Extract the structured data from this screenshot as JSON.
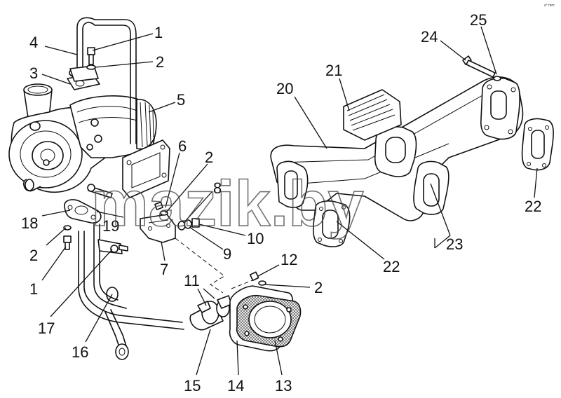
{
  "watermark": "mazik.by",
  "corner_mark": "a° mm",
  "callouts": {
    "c1a": "1",
    "c2a": "2",
    "c4": "4",
    "c3": "3",
    "c5": "5",
    "c6": "6",
    "c2b": "2",
    "c8": "8",
    "c18": "18",
    "c19": "19",
    "c2c": "2",
    "c1b": "1",
    "c10": "10",
    "c9": "9",
    "c7": "7",
    "c17": "17",
    "c16": "16",
    "c11": "11",
    "c12": "12",
    "c2d": "2",
    "c15": "15",
    "c14": "14",
    "c13": "13",
    "c20": "20",
    "c21": "21",
    "c24": "24",
    "c25": "25",
    "c22a": "22",
    "c22b": "22",
    "c23": "23"
  },
  "colors": {
    "ink": "#111111",
    "paper": "#ffffff",
    "gasket_hatch": "#555555"
  }
}
